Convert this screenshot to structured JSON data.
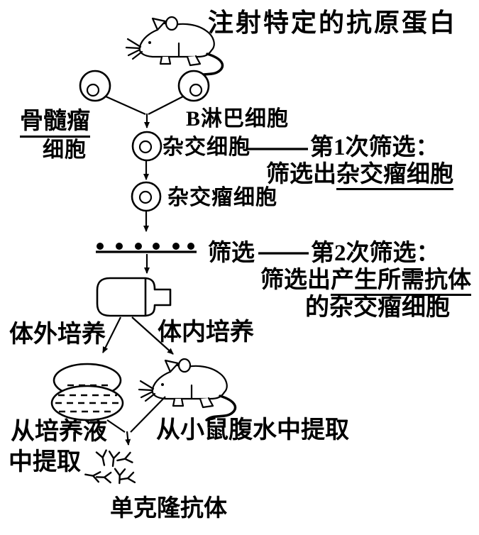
{
  "colors": {
    "ink": "#000000",
    "background": "#ffffff"
  },
  "icons": {
    "mouse": "lab-mouse-drawing",
    "cell": "circle-cell-with-nucleus",
    "flask": "culture-flask",
    "petri_dish": "stacked-petri-dishes",
    "antibody": "y-shaped-antibody",
    "selection_dots": "cell-suspension-dots-row",
    "arrow": "down-arrow"
  },
  "labels": {
    "inject_antigen": "注射特定的抗原蛋白",
    "myeloma_line1": "骨髓瘤",
    "myeloma_line2": "细胞",
    "b_lymphocyte": "B淋巴细胞",
    "hybrid_cell": "杂交细胞",
    "screening1_title": "第1次筛选：",
    "screening1_select_prefix": "筛选出",
    "screening1_select_target": "杂交瘤细胞",
    "hybridoma_cell": "杂交瘤细胞",
    "screen": "筛选",
    "screening2_title": "第2次筛选：",
    "screening2_select_prefix": "筛选出",
    "screening2_select_target": "产生所需抗体",
    "screening2_line3": "的杂交瘤细胞",
    "in_vitro_culture": "体外培养",
    "in_vivo_culture": "体内培养",
    "extract_from_medium_line1": "从培养液",
    "extract_from_medium_line2": "中提取",
    "extract_from_ascites": "从小鼠腹水中提取",
    "monoclonal_antibody": "单克隆抗体"
  }
}
